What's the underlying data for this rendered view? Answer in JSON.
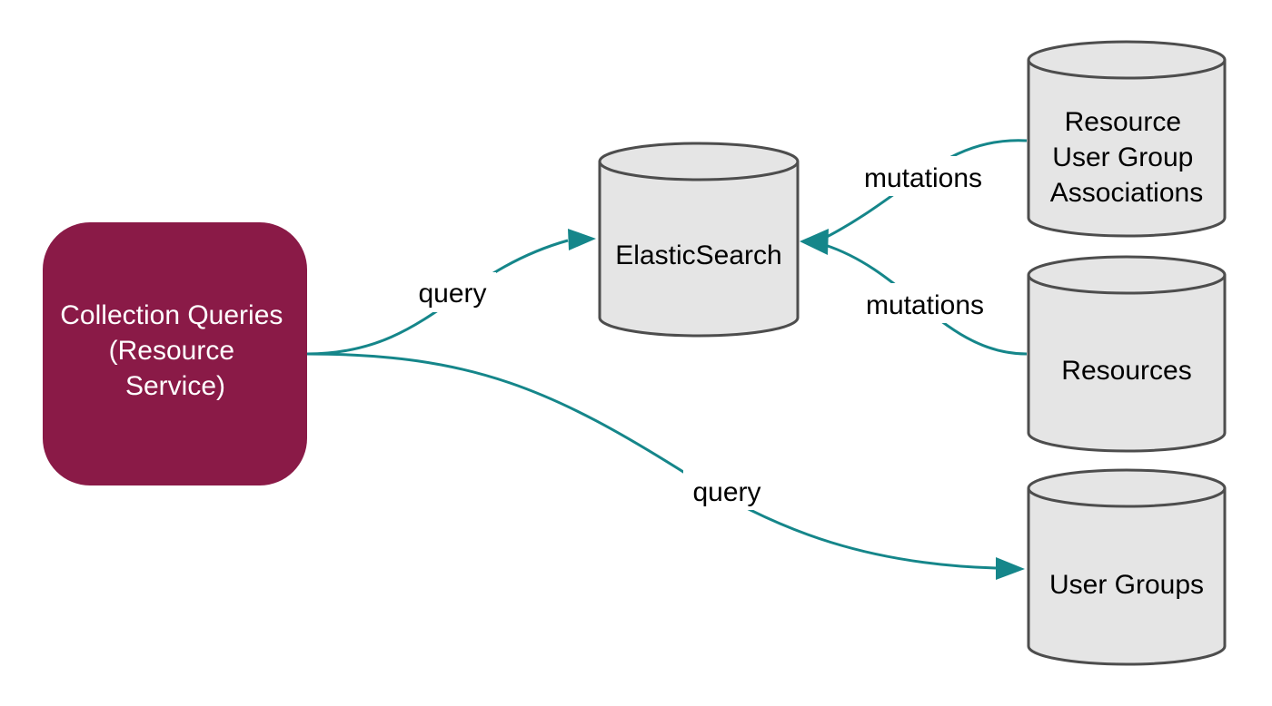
{
  "nodes": {
    "collection_queries": {
      "lines": [
        "Collection Queries",
        "(Resource",
        "Service)"
      ]
    },
    "elasticsearch": {
      "label": "ElasticSearch"
    },
    "resource_user_group_associations": {
      "lines": [
        "Resource",
        "User Group",
        "Associations"
      ]
    },
    "resources": {
      "label": "Resources"
    },
    "user_groups": {
      "label": "User Groups"
    }
  },
  "edges": {
    "query_to_elasticsearch": {
      "label": "query"
    },
    "query_to_user_groups": {
      "label": "query"
    },
    "mutations_from_associations": {
      "label": "mutations"
    },
    "mutations_from_resources": {
      "label": "mutations"
    }
  },
  "colors": {
    "service_box": "#8a1a47",
    "edge": "#15868a",
    "cylinder_fill": "#e5e5e5",
    "cylinder_stroke": "#4d4d4d"
  }
}
